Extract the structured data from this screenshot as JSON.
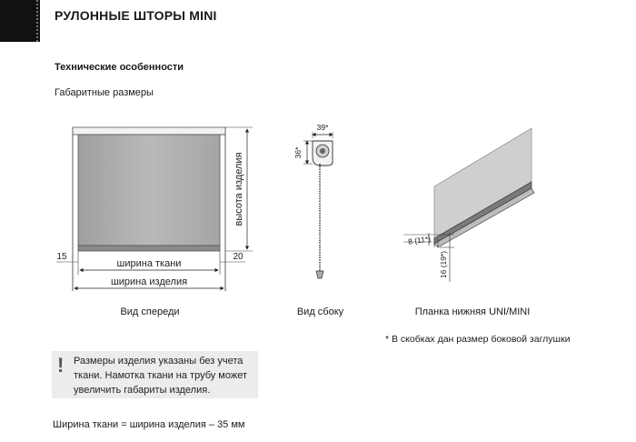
{
  "header": {
    "title": "РУЛОННЫЕ ШТОРЫ MINI"
  },
  "section": {
    "heading": "Технические особенности",
    "subheading": "Габаритные размеры"
  },
  "front_view": {
    "fabric_width_label": "ширина ткани",
    "product_width_label": "ширина изделия",
    "product_height_label": "высота изделия",
    "left_offset": "15",
    "right_offset": "20",
    "caption": "Вид спереди"
  },
  "side_view": {
    "width_dim": "39*",
    "height_dim": "36*",
    "caption": "Вид сбоку"
  },
  "bottom_rail": {
    "dim_top": "8 (11*)",
    "dim_side": "16 (19*)",
    "caption": "Планка нижняя UNI/MINI"
  },
  "footnote": "* В скобках дан размер боковой заглушки",
  "info": {
    "mark": "!",
    "text": "Размеры изделия указаны без учета ткани. Намотка ткани на трубу может увеличить габариты изделия."
  },
  "formula": "Ширина ткани = ширина изделия – 35 мм"
}
